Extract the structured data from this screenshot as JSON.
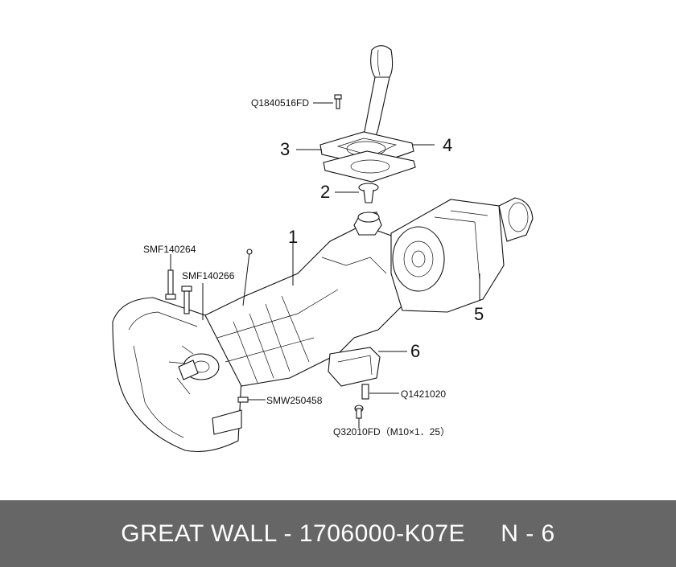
{
  "diagram": {
    "callouts": {
      "c1": "1",
      "c2": "2",
      "c3": "3",
      "c4": "4",
      "c5": "5",
      "c6": "6"
    },
    "part_codes": {
      "q1840516fd": "Q1840516FD",
      "smf140264": "SMF140264",
      "smf140266": "SMF140266",
      "smw250458": "SMW250458",
      "q1421020": "Q1421020",
      "q32010fd": "Q32010FD（M10×1．25）"
    }
  },
  "footer": {
    "brand": "GREAT WALL",
    "separator": "-",
    "part_number": "1706000-K07E",
    "page": "N - 6"
  }
}
